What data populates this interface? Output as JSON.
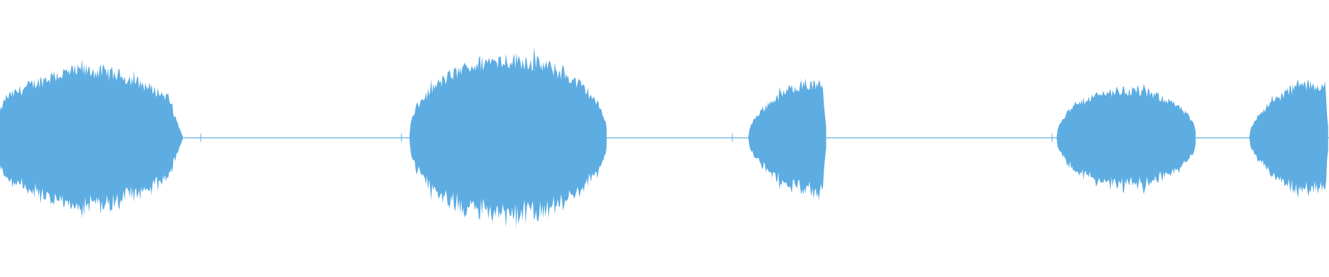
{
  "waveform": {
    "color": "#5DADE2",
    "background": "#FFFFFF",
    "segments": [
      {
        "start": 0.0,
        "end": 0.138,
        "peak": 0.74,
        "shape": "swell"
      },
      {
        "start": 0.308,
        "end": 0.457,
        "peak": 0.86,
        "shape": "dome"
      },
      {
        "start": 0.563,
        "end": 0.622,
        "peak": 0.58,
        "shape": "rise"
      },
      {
        "start": 0.795,
        "end": 0.9,
        "peak": 0.52,
        "shape": "dome"
      },
      {
        "start": 0.94,
        "end": 1.0,
        "peak": 0.58,
        "shape": "rise"
      }
    ],
    "silence_level": 0.02
  }
}
